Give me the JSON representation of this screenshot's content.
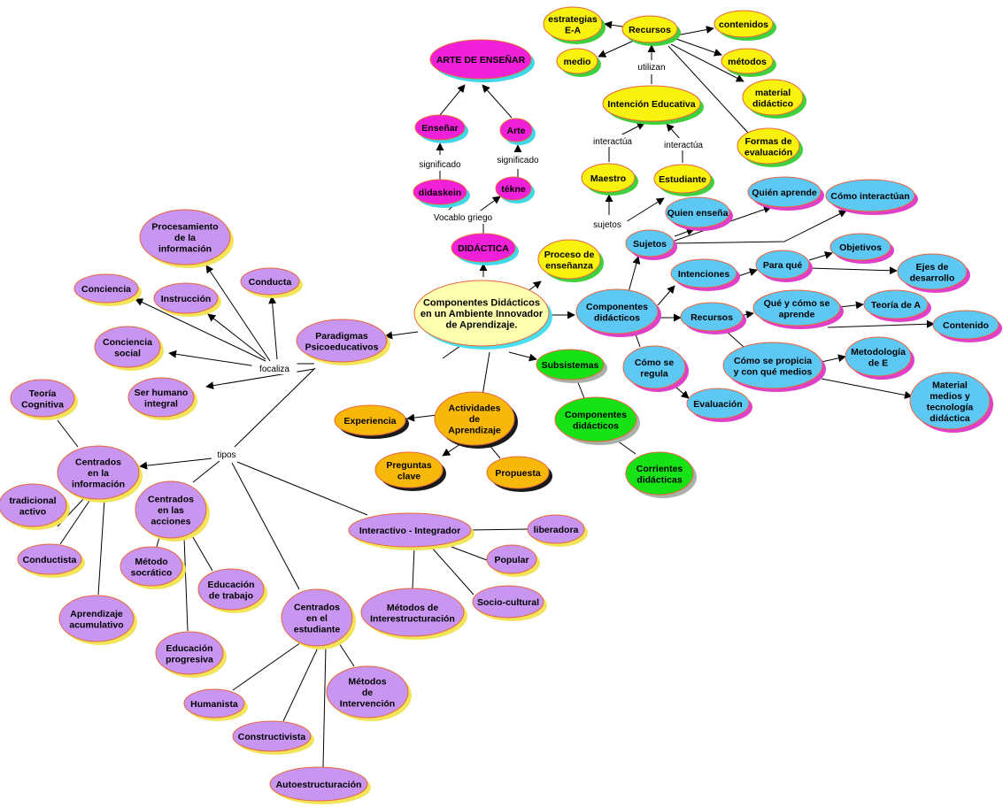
{
  "colors": {
    "purple": "#c896f0",
    "purple_shadow": "#f2e55a",
    "blue": "#5ec8f5",
    "blue_shadow": "#e040c8",
    "magenta": "#f020d8",
    "magenta_shadow": "#40d8e8",
    "yellow": "#f8f20e",
    "yellow_shadow": "#3ed13e",
    "green": "#16e216",
    "green_shadow": "#aab0aa",
    "orange": "#f8b80a",
    "orange_shadow": "#1a1a1a",
    "center": "#ffffb0",
    "center_shadow": "#48e0f0",
    "outline": "#e8643c"
  },
  "nodes": [
    {
      "id": "center",
      "lines": [
        "Componentes Didácticos",
        "en un Ambiente Innovador",
        "de Aprendizaje."
      ],
      "color": "center"
    },
    {
      "id": "arte_ensenar",
      "lines": [
        "ARTE DE ENSEÑAR"
      ],
      "color": "magenta"
    },
    {
      "id": "ensenar",
      "lines": [
        "Enseñar"
      ],
      "color": "magenta"
    },
    {
      "id": "arte",
      "lines": [
        "Arte"
      ],
      "color": "magenta"
    },
    {
      "id": "didaskein",
      "lines": [
        "didaskein"
      ],
      "color": "magenta"
    },
    {
      "id": "tekne",
      "lines": [
        "tékne"
      ],
      "color": "magenta"
    },
    {
      "id": "didactica",
      "lines": [
        "DIDÁCTICA"
      ],
      "color": "magenta"
    },
    {
      "id": "estrategias",
      "lines": [
        "estrategias",
        "E-A"
      ],
      "color": "yellow"
    },
    {
      "id": "recursos_top",
      "lines": [
        "Recursos"
      ],
      "color": "yellow"
    },
    {
      "id": "contenidos",
      "lines": [
        "contenidos"
      ],
      "color": "yellow"
    },
    {
      "id": "medio",
      "lines": [
        "medio"
      ],
      "color": "yellow"
    },
    {
      "id": "metodos",
      "lines": [
        "métodos"
      ],
      "color": "yellow"
    },
    {
      "id": "material",
      "lines": [
        "material",
        "didáctico"
      ],
      "color": "yellow"
    },
    {
      "id": "intencion",
      "lines": [
        "Intención Educativa"
      ],
      "color": "yellow"
    },
    {
      "id": "formas",
      "lines": [
        "Formas de",
        "evaluación"
      ],
      "color": "yellow"
    },
    {
      "id": "maestro",
      "lines": [
        "Maestro"
      ],
      "color": "yellow"
    },
    {
      "id": "estudiante",
      "lines": [
        "Estudiante"
      ],
      "color": "yellow"
    },
    {
      "id": "proceso",
      "lines": [
        "Proceso de",
        "enseñanza"
      ],
      "color": "yellow"
    },
    {
      "id": "quien_ensena",
      "lines": [
        "Quien enseña"
      ],
      "color": "blue"
    },
    {
      "id": "quien_aprende",
      "lines": [
        "Quién aprende"
      ],
      "color": "blue"
    },
    {
      "id": "como_interactuan",
      "lines": [
        "Cómo interactúan"
      ],
      "color": "blue"
    },
    {
      "id": "sujetos",
      "lines": [
        "Sujetos"
      ],
      "color": "blue"
    },
    {
      "id": "objetivos",
      "lines": [
        "Objetivos"
      ],
      "color": "blue"
    },
    {
      "id": "intenciones",
      "lines": [
        "Intenciones"
      ],
      "color": "blue"
    },
    {
      "id": "para_que",
      "lines": [
        "Para qué"
      ],
      "color": "blue"
    },
    {
      "id": "ejes",
      "lines": [
        "Ejes de",
        "desarrollo"
      ],
      "color": "blue"
    },
    {
      "id": "componentes_did",
      "lines": [
        "Componentes",
        "didácticos"
      ],
      "color": "blue"
    },
    {
      "id": "que_como",
      "lines": [
        "Qué y cómo se",
        "aprende"
      ],
      "color": "blue"
    },
    {
      "id": "teoria_a",
      "lines": [
        "Teoría de A"
      ],
      "color": "blue"
    },
    {
      "id": "recursos_b",
      "lines": [
        "Recursos"
      ],
      "color": "blue"
    },
    {
      "id": "contenido",
      "lines": [
        "Contenido"
      ],
      "color": "blue"
    },
    {
      "id": "como_propicia",
      "lines": [
        "Cómo se propicia",
        "y con qué medios"
      ],
      "color": "blue"
    },
    {
      "id": "metodologia",
      "lines": [
        "Metodología",
        "de E"
      ],
      "color": "blue"
    },
    {
      "id": "como_regula",
      "lines": [
        "Cómo se",
        "regula"
      ],
      "color": "blue"
    },
    {
      "id": "evaluacion",
      "lines": [
        "Evaluación"
      ],
      "color": "blue"
    },
    {
      "id": "material_medios",
      "lines": [
        "Material",
        "medios y",
        "tecnología",
        "didáctica"
      ],
      "color": "blue"
    },
    {
      "id": "subsistemas",
      "lines": [
        "Subsistemas"
      ],
      "color": "green"
    },
    {
      "id": "componentes_green",
      "lines": [
        "Componentes",
        "didácticos"
      ],
      "color": "green"
    },
    {
      "id": "corrientes",
      "lines": [
        "Corrientes",
        "didácticas"
      ],
      "color": "green"
    },
    {
      "id": "actividades",
      "lines": [
        "Actividades",
        "de",
        "Aprendizaje"
      ],
      "color": "orange"
    },
    {
      "id": "experiencia",
      "lines": [
        "Experiencia"
      ],
      "color": "orange"
    },
    {
      "id": "preguntas",
      "lines": [
        "Preguntas",
        "clave"
      ],
      "color": "orange"
    },
    {
      "id": "propuesta",
      "lines": [
        "Propuesta"
      ],
      "color": "orange"
    },
    {
      "id": "procesamiento",
      "lines": [
        "Procesamiento",
        "de la",
        "información"
      ],
      "color": "purple"
    },
    {
      "id": "conciencia",
      "lines": [
        "Conciencia"
      ],
      "color": "purple"
    },
    {
      "id": "conducta",
      "lines": [
        "Conducta"
      ],
      "color": "purple"
    },
    {
      "id": "instruccion",
      "lines": [
        "Instrucción"
      ],
      "color": "purple"
    },
    {
      "id": "conciencia_social",
      "lines": [
        "Conciencia",
        "social"
      ],
      "color": "purple"
    },
    {
      "id": "paradigmas",
      "lines": [
        "Paradigmas",
        "Psicoeducativos"
      ],
      "color": "purple"
    },
    {
      "id": "ser_humano",
      "lines": [
        "Ser humano",
        "integral"
      ],
      "color": "purple"
    },
    {
      "id": "teoria_cognitiva",
      "lines": [
        "Teoría",
        "Cognitiva"
      ],
      "color": "purple"
    },
    {
      "id": "centrados_info",
      "lines": [
        "Centrados",
        "en la",
        "información"
      ],
      "color": "purple"
    },
    {
      "id": "tradicional",
      "lines": [
        "tradicional",
        "activo"
      ],
      "color": "purple"
    },
    {
      "id": "centrados_acciones",
      "lines": [
        "Centrados",
        "en las",
        "acciones"
      ],
      "color": "purple"
    },
    {
      "id": "conductista",
      "lines": [
        "Conductista"
      ],
      "color": "purple"
    },
    {
      "id": "metodo_socratico",
      "lines": [
        "Método",
        "socrático"
      ],
      "color": "purple"
    },
    {
      "id": "educacion_trabajo",
      "lines": [
        "Educación",
        "de trabajo"
      ],
      "color": "purple"
    },
    {
      "id": "interactivo",
      "lines": [
        "Interactivo - Integrador"
      ],
      "color": "purple"
    },
    {
      "id": "liberadora",
      "lines": [
        "liberadora"
      ],
      "color": "purple"
    },
    {
      "id": "popular",
      "lines": [
        "Popular"
      ],
      "color": "purple"
    },
    {
      "id": "socio_cultural",
      "lines": [
        "Socio-cultural"
      ],
      "color": "purple"
    },
    {
      "id": "metodos_inter",
      "lines": [
        "Métodos de",
        "Interestructuración"
      ],
      "color": "purple"
    },
    {
      "id": "aprendizaje_acum",
      "lines": [
        "Aprendizaje",
        "acumulativo"
      ],
      "color": "purple"
    },
    {
      "id": "centrados_est",
      "lines": [
        "Centrados",
        "en el",
        "estudiante"
      ],
      "color": "purple"
    },
    {
      "id": "educacion_prog",
      "lines": [
        "Educación",
        "progresiva"
      ],
      "color": "purple"
    },
    {
      "id": "metodos_interv",
      "lines": [
        "Métodos",
        "de",
        "Intervención"
      ],
      "color": "purple"
    },
    {
      "id": "humanista",
      "lines": [
        "Humanista"
      ],
      "color": "purple"
    },
    {
      "id": "constructivista",
      "lines": [
        "Constructivista"
      ],
      "color": "purple"
    },
    {
      "id": "autoestructuracion",
      "lines": [
        "Autoestructuración"
      ],
      "color": "purple"
    }
  ],
  "edge_labels": [
    {
      "id": "significado_1",
      "text": "significado"
    },
    {
      "id": "significado_2",
      "text": "significado"
    },
    {
      "id": "vocablo_griego",
      "text": "Vocablo griego"
    },
    {
      "id": "utilizan",
      "text": "utilizan"
    },
    {
      "id": "interactua_1",
      "text": "interactúa"
    },
    {
      "id": "interactua_2",
      "text": "interactúa"
    },
    {
      "id": "sujetos_lbl",
      "text": "sujetos"
    },
    {
      "id": "focaliza",
      "text": "focaliza"
    },
    {
      "id": "tipos",
      "text": "tipos"
    }
  ]
}
